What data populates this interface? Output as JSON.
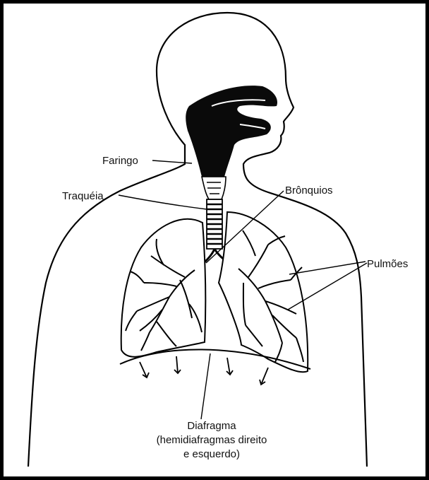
{
  "figure": {
    "colors": {
      "ink": "#000000",
      "background": "#ffffff"
    },
    "labels": {
      "faringe": "Faringo",
      "traqueia": "Traquéia",
      "bronquios": "Brônquios",
      "pulmoes": "Pulmões",
      "diafragma_line1": "Diafragma",
      "diafragma_line2": "(hemidiafragmas direito",
      "diafragma_line3": "e esquerdo)"
    }
  }
}
